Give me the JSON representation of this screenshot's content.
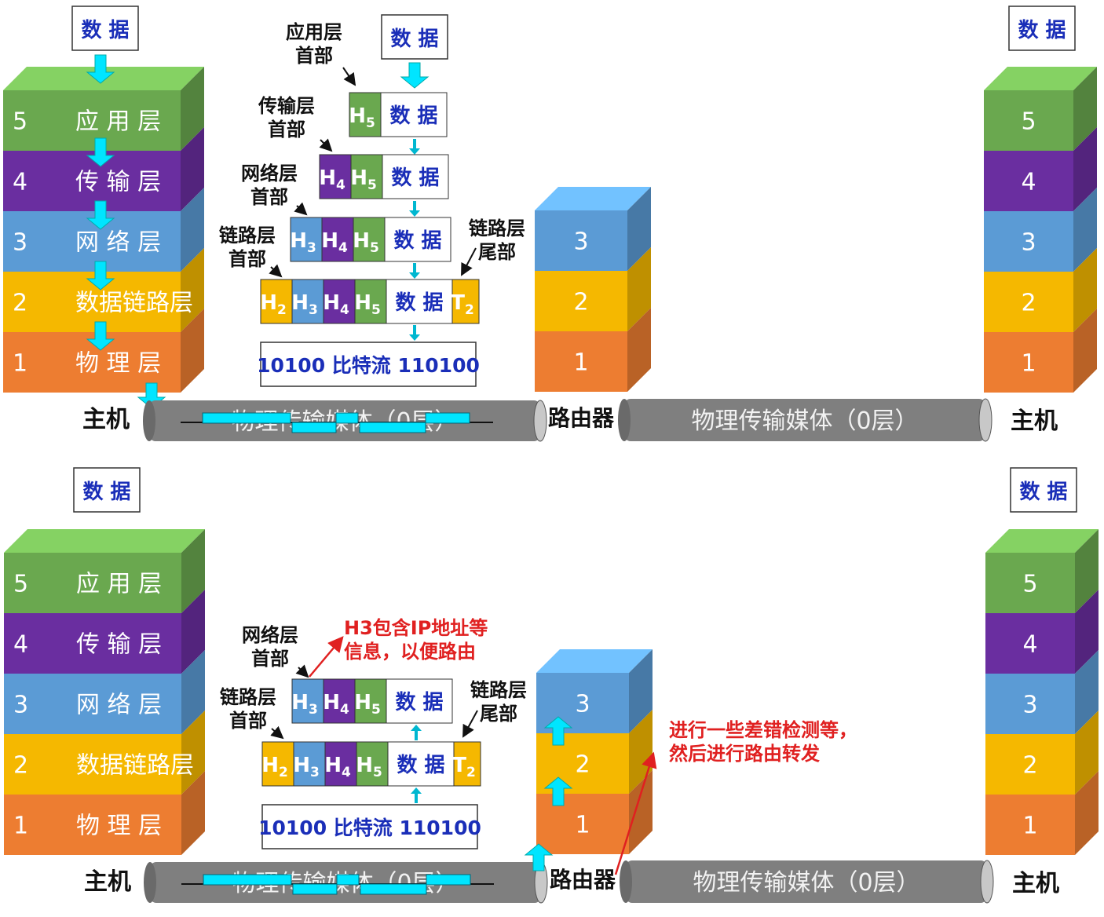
{
  "colors": {
    "l5": "#6aa84f",
    "l4": "#6a2ea0",
    "l3": "#5b9bd5",
    "l2": "#f5b800",
    "l1": "#ed7d31",
    "data_text": "#1a2eb8",
    "arrow": "#00e5ff",
    "pipe": "#7f7f7f",
    "red": "#e02020"
  },
  "data_label": "数 据",
  "host_label": "主机",
  "router_label": "路由器",
  "medium_label": "物理传输媒体（0层）",
  "layers": [
    {
      "num": "5",
      "name": "应 用 层"
    },
    {
      "num": "4",
      "name": "传 输 层"
    },
    {
      "num": "3",
      "name": "网 络 层"
    },
    {
      "num": "2",
      "name": "数据链路层"
    },
    {
      "num": "1",
      "name": "物 理 层"
    }
  ],
  "right_layers": [
    "5",
    "4",
    "3",
    "2",
    "1"
  ],
  "router_layers": [
    "3",
    "2",
    "1"
  ],
  "headers": {
    "H2": "H",
    "H2_sub": "2",
    "H3": "H",
    "H3_sub": "3",
    "H4": "H",
    "H4_sub": "4",
    "H5": "H",
    "H5_sub": "5",
    "T2": "T",
    "T2_sub": "2"
  },
  "bitstream": "10100 比特流 110100",
  "annotations": {
    "app_header": [
      "应用层",
      "首部"
    ],
    "trans_header": [
      "传输层",
      "首部"
    ],
    "net_header": [
      "网络层",
      "首部"
    ],
    "link_header": [
      "链路层",
      "首部"
    ],
    "link_trailer": [
      "链路层",
      "尾部"
    ]
  },
  "red_notes": {
    "h3": [
      "H3包含IP地址等",
      "信息，以便路由"
    ],
    "router": [
      "进行一些差错检测等，",
      "然后进行路由转发"
    ]
  }
}
